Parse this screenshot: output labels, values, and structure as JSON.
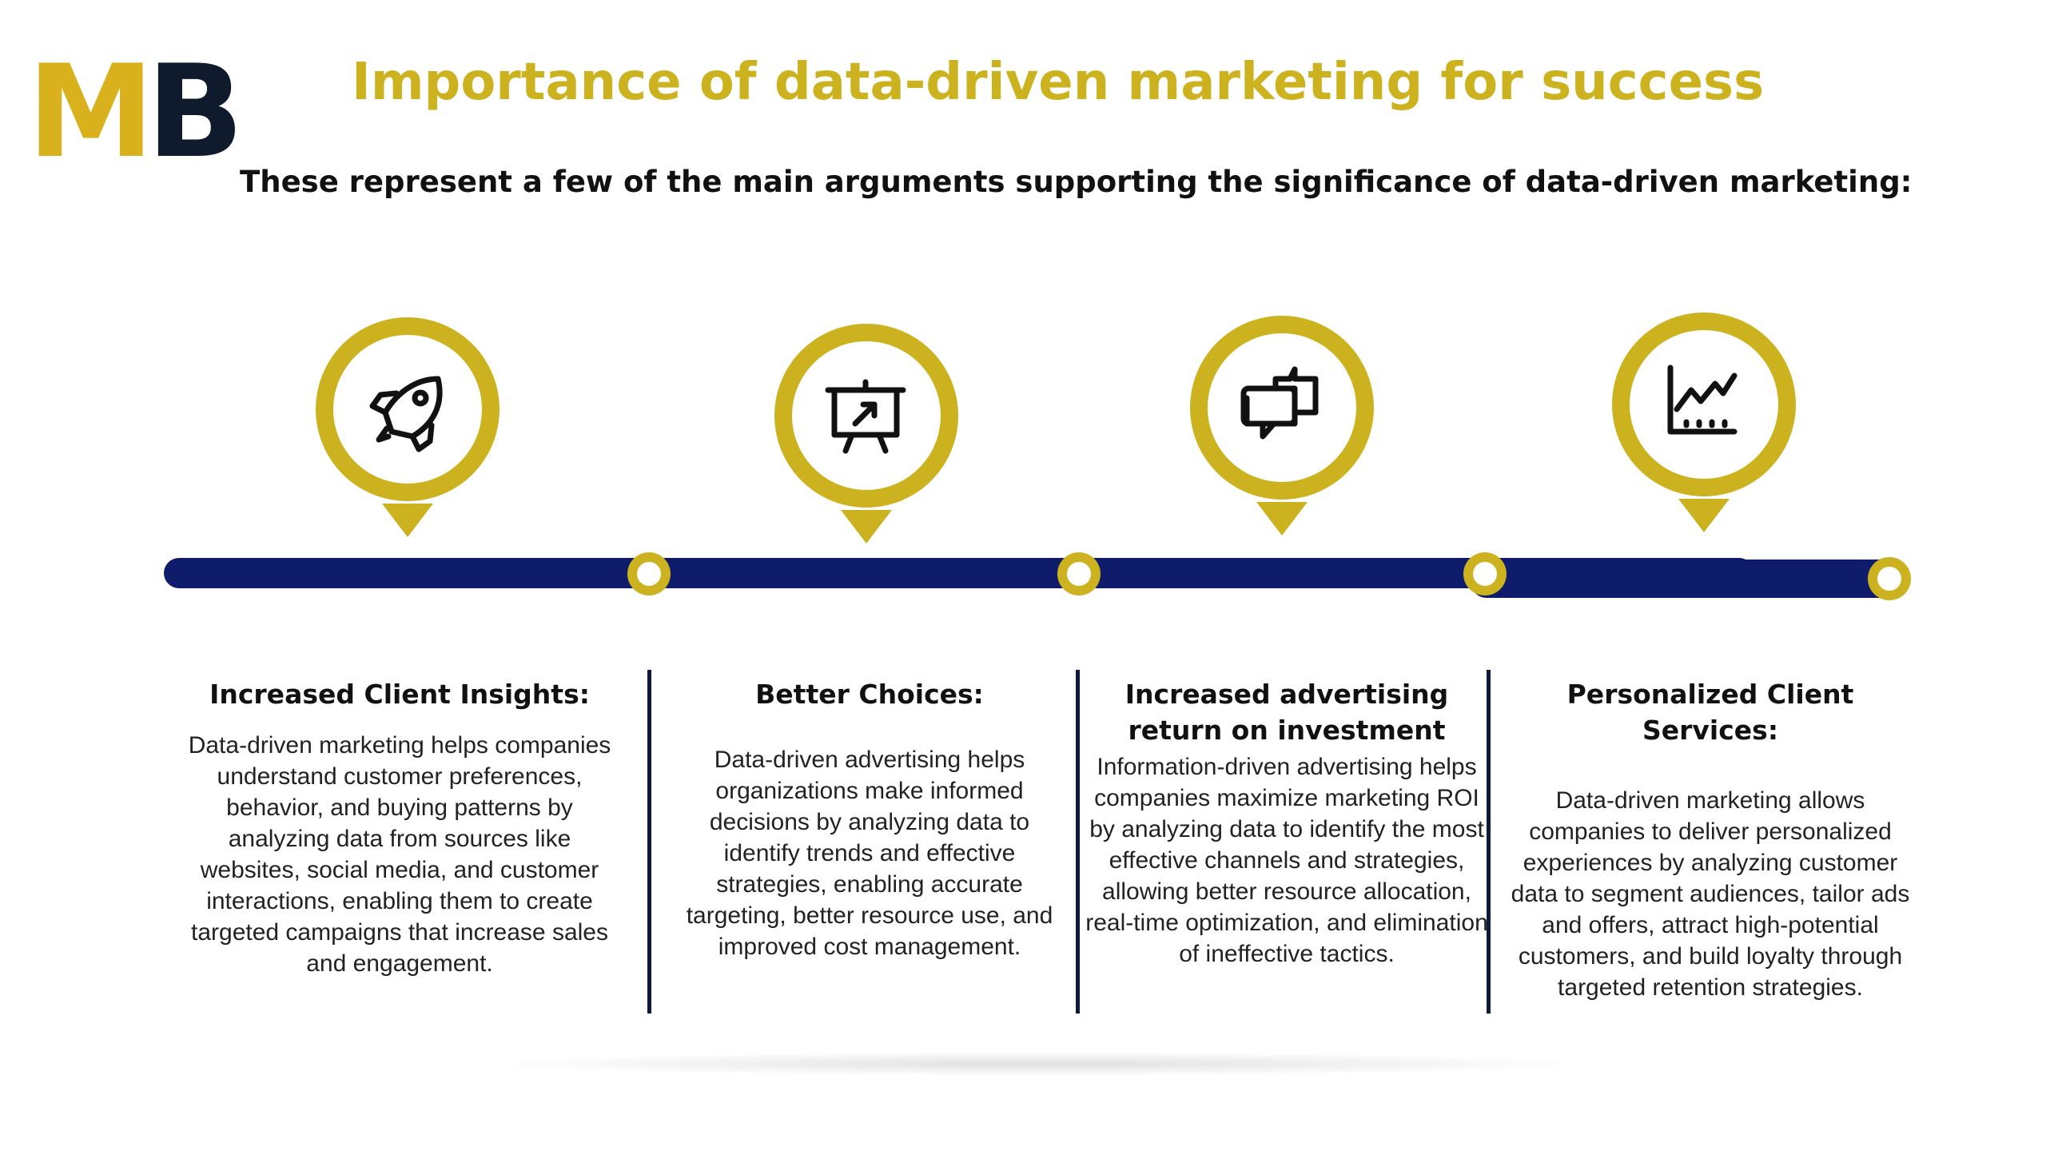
{
  "logo": {
    "letter1": "M",
    "letter2": "B"
  },
  "header": {
    "title": "Importance of data-driven marketing for success",
    "subtitle": "These represent a few of the main arguments supporting the significance of data-driven marketing:"
  },
  "colors": {
    "gold": "#CDB21F",
    "navy": "#0F1B6B",
    "text": "#111111"
  },
  "steps": [
    {
      "icon": "rocket-icon",
      "heading": "Increased Client Insights:",
      "text": "Data-driven marketing helps companies understand customer preferences, behavior, and buying patterns by analyzing data from sources like websites, social media, and customer interactions, enabling them to create targeted campaigns that increase sales and engagement."
    },
    {
      "icon": "presentation-board-icon",
      "heading": "Better Choices:",
      "text": "Data-driven advertising helps organizations make informed decisions by analyzing data to identify trends and effective strategies, enabling accurate targeting, better resource use, and improved cost management."
    },
    {
      "icon": "chat-bubbles-icon",
      "heading": "Increased advertising return on investment",
      "text": "Information-driven advertising helps companies maximize marketing ROI by analyzing data to identify the most effective channels and strategies, allowing better resource allocation, real-time optimization, and elimination of ineffective tactics."
    },
    {
      "icon": "line-chart-icon",
      "heading": "Personalized Client Services:",
      "text": "Data-driven marketing allows companies to deliver personalized experiences by analyzing customer data to segment audiences, tailor ads and offers, attract high-potential customers, and build loyalty through targeted retention strategies."
    }
  ]
}
